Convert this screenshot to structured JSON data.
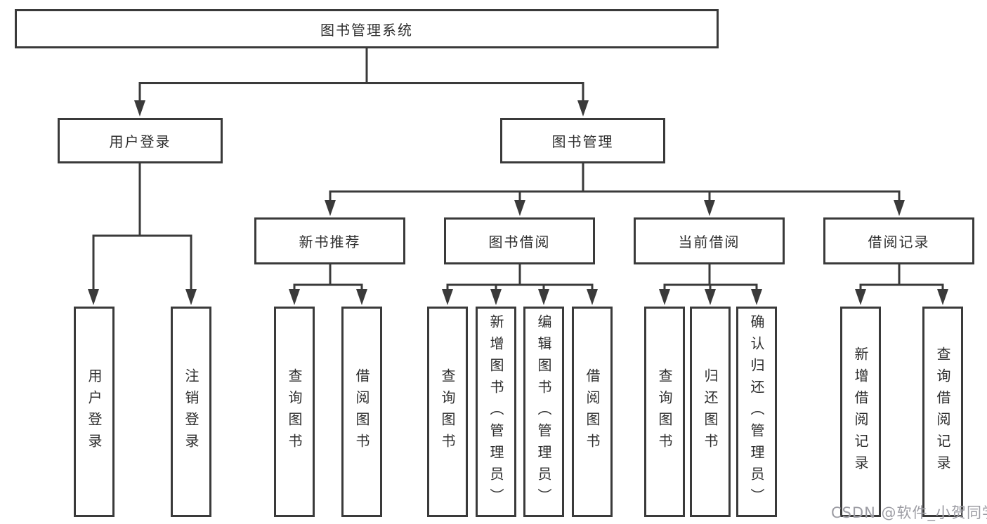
{
  "diagram": {
    "title": "图书管理系统",
    "root": {
      "label": "图书管理系统"
    },
    "level2": [
      {
        "label": "用户登录"
      },
      {
        "label": "图书管理"
      }
    ],
    "level3": [
      {
        "label": "新书推荐",
        "parent": "图书管理"
      },
      {
        "label": "图书借阅",
        "parent": "图书管理"
      },
      {
        "label": "当前借阅",
        "parent": "图书管理"
      },
      {
        "label": "借阅记录",
        "parent": "图书管理"
      }
    ],
    "leaves": [
      {
        "label": "用户登录",
        "parent": "用户登录"
      },
      {
        "label": "注销登录",
        "parent": "用户登录"
      },
      {
        "label": "查询图书",
        "parent": "新书推荐"
      },
      {
        "label": "借阅图书",
        "parent": "新书推荐"
      },
      {
        "label": "查询图书",
        "parent": "图书借阅"
      },
      {
        "label": "新增图书（管理员）",
        "parent": "图书借阅"
      },
      {
        "label": "编辑图书（管理员）",
        "parent": "图书借阅"
      },
      {
        "label": "借阅图书",
        "parent": "图书借阅"
      },
      {
        "label": "查询图书",
        "parent": "当前借阅"
      },
      {
        "label": "归还图书",
        "parent": "当前借阅"
      },
      {
        "label": "确认归还（管理员）",
        "parent": "当前借阅"
      },
      {
        "label": "新增借阅记录",
        "parent": "借阅记录"
      },
      {
        "label": "查询借阅记录",
        "parent": "借阅记录"
      }
    ],
    "colors": {
      "line": "#3a3a3a",
      "box_border": "#3a3a3a",
      "text": "#2e2e2e",
      "background": "#ffffff",
      "watermark": "#97979e"
    }
  },
  "watermark": {
    "text": "CSDN @软件_小贺同学"
  }
}
